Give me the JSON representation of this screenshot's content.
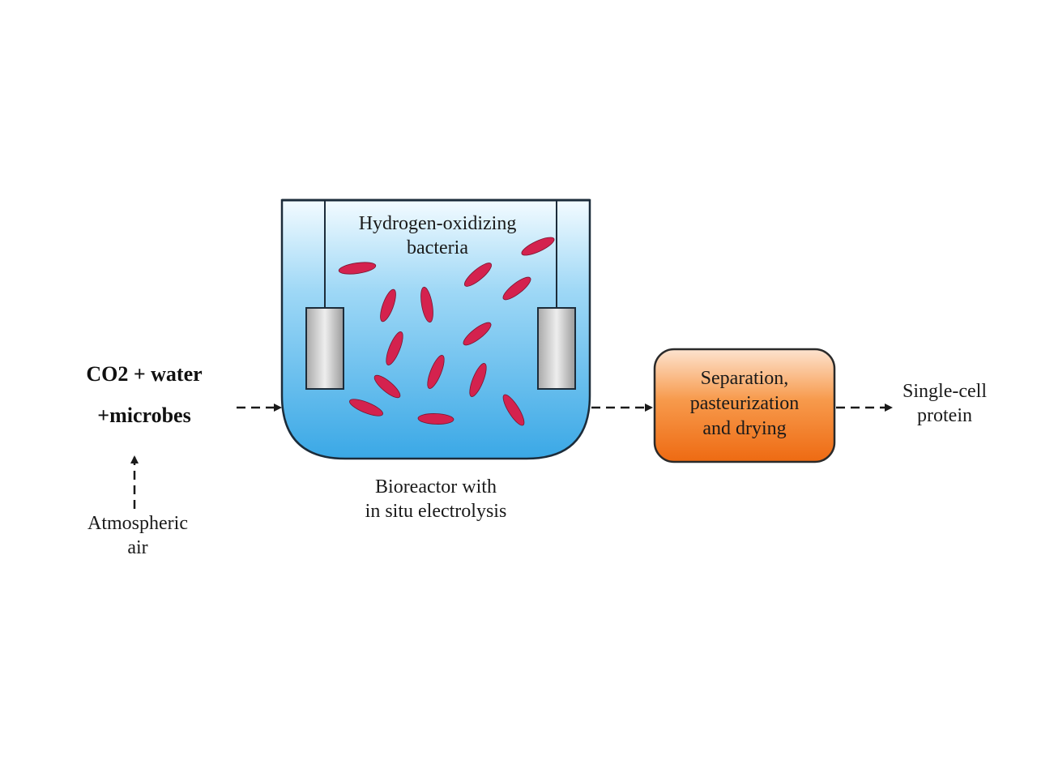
{
  "input": {
    "line1": "CO2 + water",
    "line2": "+microbes"
  },
  "source": {
    "line1": "Atmospheric",
    "line2": "air"
  },
  "bioreactor": {
    "bacteria_line1": "Hydrogen-oxidizing",
    "bacteria_line2": "bacteria",
    "caption_line1": "Bioreactor with",
    "caption_line2": "in situ electrolysis",
    "fill_color": "#54b6ec",
    "bacteria_color": "#d4224e"
  },
  "process": {
    "line1": "Separation,",
    "line2": "pasteurization",
    "line3": "and drying",
    "fill_color": "#f07a1e"
  },
  "output": {
    "line1": "Single-cell",
    "line2": "protein"
  }
}
